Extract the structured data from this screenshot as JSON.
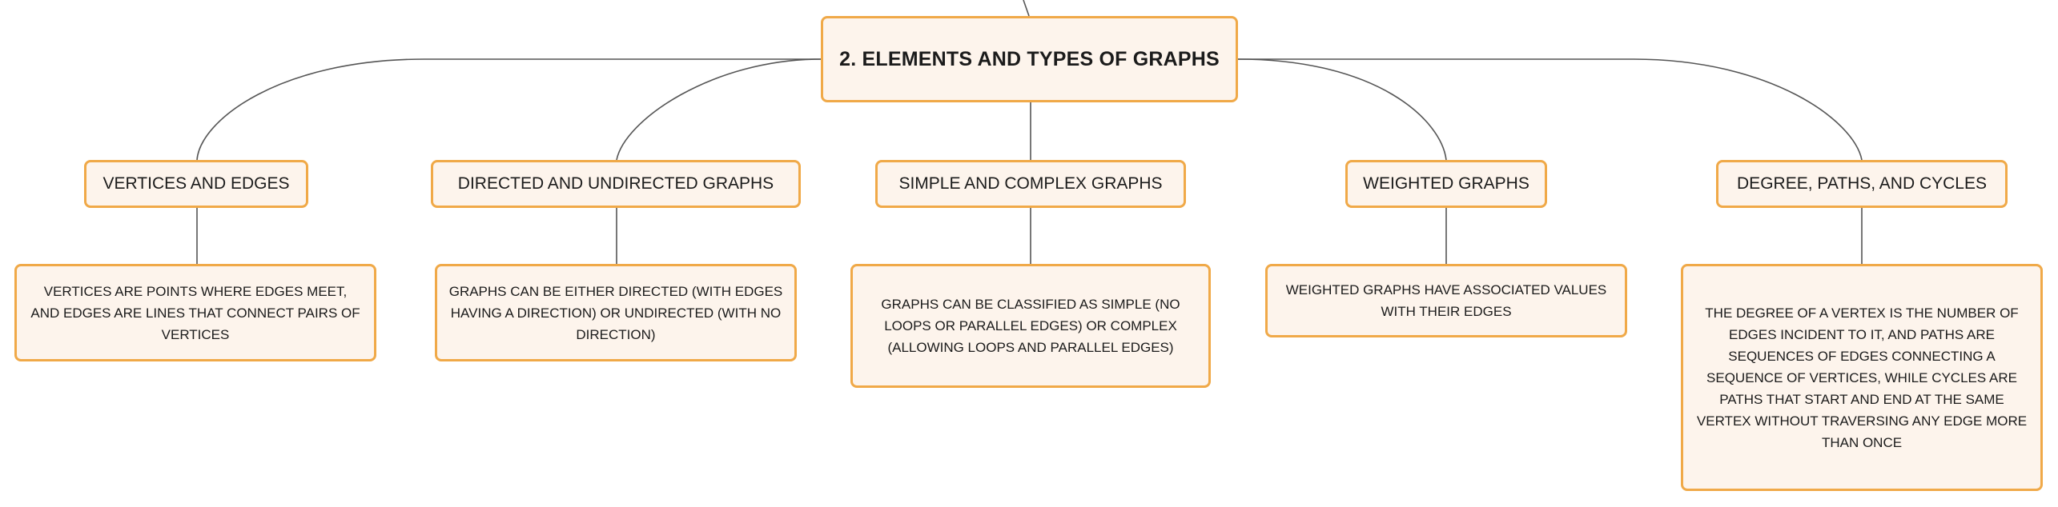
{
  "root": {
    "title": "2. ELEMENTS AND TYPES OF GRAPHS"
  },
  "topics": [
    {
      "label": "VERTICES AND EDGES",
      "detail": "VERTICES ARE POINTS WHERE EDGES MEET, AND EDGES ARE LINES THAT CONNECT PAIRS OF VERTICES"
    },
    {
      "label": "DIRECTED AND UNDIRECTED GRAPHS",
      "detail": "GRAPHS CAN BE EITHER DIRECTED (WITH EDGES HAVING A DIRECTION) OR UNDIRECTED (WITH NO DIRECTION)"
    },
    {
      "label": "SIMPLE AND COMPLEX GRAPHS",
      "detail": "GRAPHS CAN BE CLASSIFIED AS SIMPLE (NO LOOPS OR PARALLEL EDGES) OR COMPLEX (ALLOWING LOOPS AND PARALLEL EDGES)"
    },
    {
      "label": "WEIGHTED GRAPHS",
      "detail": "WEIGHTED GRAPHS HAVE ASSOCIATED VALUES WITH THEIR EDGES"
    },
    {
      "label": "DEGREE, PATHS, AND CYCLES",
      "detail": "THE DEGREE OF A VERTEX IS THE NUMBER OF EDGES INCIDENT TO IT, AND PATHS ARE SEQUENCES OF EDGES CONNECTING A SEQUENCE OF VERTICES, WHILE CYCLES ARE PATHS THAT START AND END AT THE SAME VERTEX WITHOUT TRAVERSING ANY EDGE MORE THAN ONCE"
    }
  ],
  "colors": {
    "node_fill": "#fdf4ec",
    "node_border": "#f0a948",
    "connector": "#555555",
    "text": "#1b1b1b"
  }
}
